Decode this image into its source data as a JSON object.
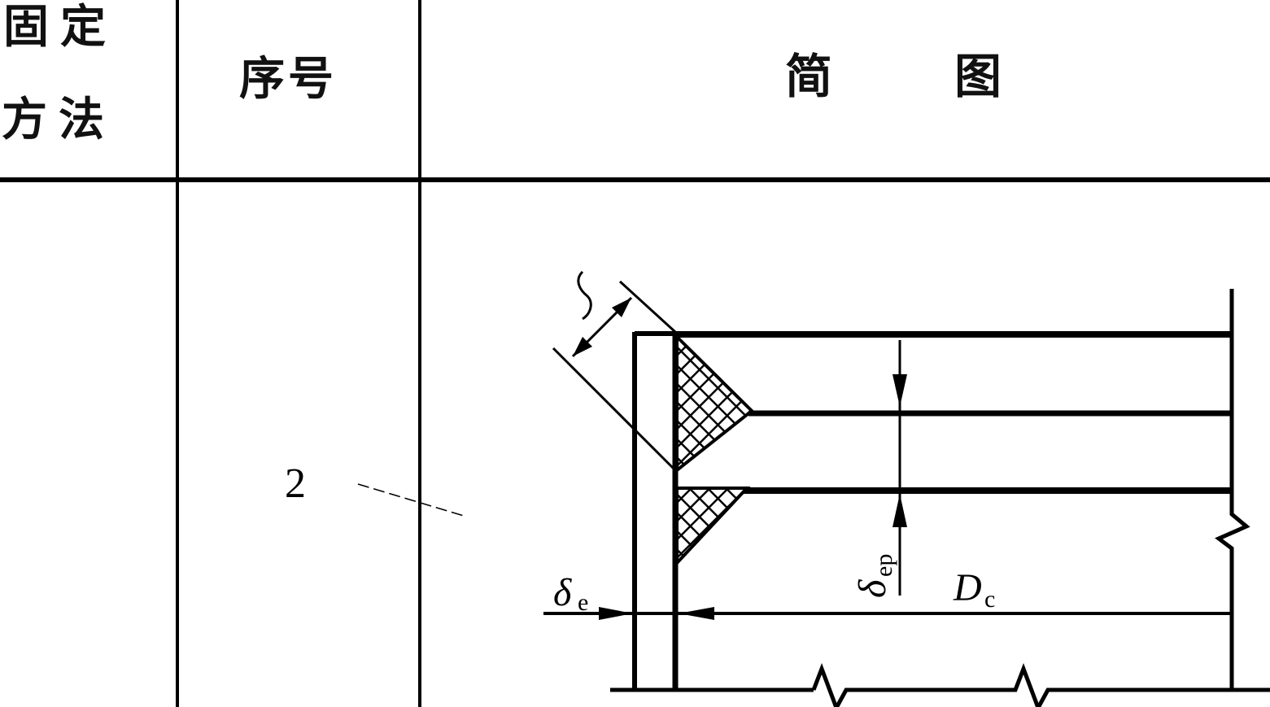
{
  "table": {
    "header": {
      "method_line1": "固定",
      "method_line2": "方法",
      "seq": "序号",
      "figure": "简图"
    },
    "row": {
      "seq": "2"
    }
  },
  "figure": {
    "labels": {
      "delta_e_sym": "δ",
      "delta_e_sub": "e",
      "delta_ep_sym": "δ",
      "delta_ep_sub": "ep",
      "dc_sym": "D",
      "dc_sub": "c"
    }
  }
}
